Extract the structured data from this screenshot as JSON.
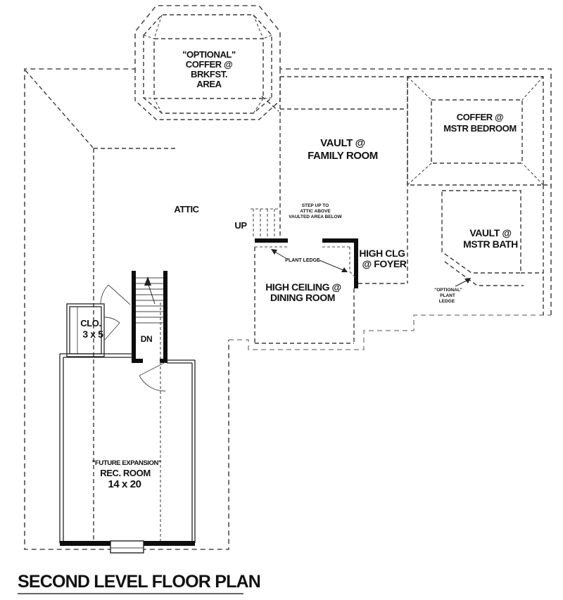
{
  "title": "SECOND LEVEL FLOOR PLAN",
  "rooms": {
    "brkfst_coffer": {
      "lines": [
        "\"OPTIONAL\"",
        "COFFER @",
        "BRKFST.",
        "AREA"
      ]
    },
    "mstr_bedroom_coffer": {
      "lines": [
        "COFFER @",
        "MSTR BEDROOM"
      ]
    },
    "family_room": {
      "lines": [
        "VAULT @",
        "FAMILY ROOM"
      ]
    },
    "mstr_bath": {
      "lines": [
        "VAULT @",
        "MSTR BATH"
      ]
    },
    "foyer": {
      "lines": [
        "HIGH CLG",
        "@ FOYER"
      ]
    },
    "dining_room": {
      "lines": [
        "HIGH CEILING @",
        "DINING ROOM"
      ]
    },
    "attic": {
      "label": "ATTIC"
    },
    "closet": {
      "lines": [
        "CLO.",
        "3 x 5"
      ]
    },
    "rec_room": {
      "lines": [
        "\"FUTURE EXPANSION\"",
        "REC. ROOM",
        "14 x 20"
      ]
    }
  },
  "annotations": {
    "up": "UP",
    "dn": "DN",
    "plant_ledge": "PLANT LEDGE",
    "step_up_note": {
      "lines": [
        "STEP UP TO",
        "ATTIC ABOVE",
        "VAULTED AREA BELOW"
      ]
    },
    "optional_plant_ledge": {
      "lines": [
        "\"OPTIONAL\"",
        "PLANT",
        "LEDGE"
      ]
    }
  },
  "colors": {
    "background": "#ffffff",
    "outline": "#4d4d4d",
    "outline_light": "#8c8c8c",
    "room_lines": "#3a3a3a",
    "walls": "#0d0d0d",
    "text": "#111111"
  }
}
